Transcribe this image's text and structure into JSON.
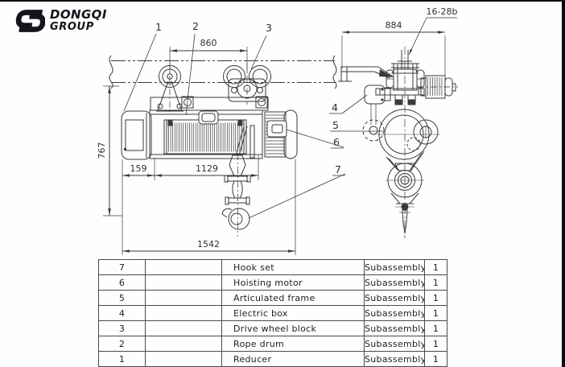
{
  "logo": {
    "brand_line1": "DONGQI",
    "brand_line2": "GROUP"
  },
  "drawing": {
    "callouts": {
      "c1": "1",
      "c2": "2",
      "c3": "3",
      "c4": "4",
      "c5": "5",
      "c6": "6",
      "c7": "7"
    },
    "dimensions": {
      "wheel_span": "860",
      "overall_height": "767",
      "left_offset": "159",
      "drum_section": "1129",
      "overall_length": "1542",
      "trolley_width": "884",
      "rail_spec": "16-28b"
    }
  },
  "parts_table": {
    "rows": [
      {
        "no": "7",
        "name": "Hook set",
        "type": "Subassembly",
        "qty": "1"
      },
      {
        "no": "6",
        "name": "Hoisting motor",
        "type": "Subassembly",
        "qty": "1"
      },
      {
        "no": "5",
        "name": "Articulated frame",
        "type": "Subassembly",
        "qty": "1"
      },
      {
        "no": "4",
        "name": "Electric box",
        "type": "Subassembly",
        "qty": "1"
      },
      {
        "no": "3",
        "name": "Drive wheel block",
        "type": "Subassembly",
        "qty": "1"
      },
      {
        "no": "2",
        "name": "Rope drum",
        "type": "Subassembly",
        "qty": "1"
      },
      {
        "no": "1",
        "name": "Reducer",
        "type": "Subassembly",
        "qty": "1"
      }
    ]
  },
  "colors": {
    "ink": "#3a3a3a",
    "logo_ink": "#14141c",
    "table_line": "#4a4a4a"
  }
}
